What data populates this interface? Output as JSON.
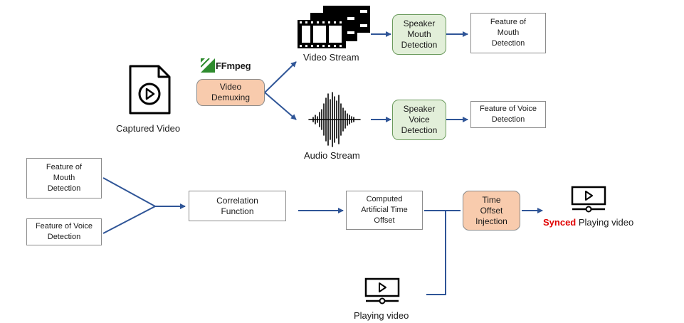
{
  "diagram": {
    "nodes": {
      "captured_video": "Captured Video",
      "ffmpeg_logo": "FFmpeg",
      "video_demuxing": "Video\nDemuxing",
      "video_stream": "Video Stream",
      "audio_stream": "Audio Stream",
      "speaker_mouth_detection": "Speaker\nMouth\nDetection",
      "speaker_voice_detection": "Speaker\nVoice\nDetection",
      "feature_mouth_top": "Feature of\nMouth\nDetection",
      "feature_voice_top": "Feature of Voice\nDetection",
      "feature_mouth_bottom": "Feature of\nMouth\nDetection",
      "feature_voice_bottom": "Feature of Voice\nDetection",
      "correlation_function": "Correlation\nFunction",
      "computed_offset": "Computed\nArtificial Time\nOffset",
      "time_offset_injection": "Time\nOffset\nInjection",
      "synced_word": "Synced",
      "synced_rest": " Playing video",
      "playing_video": "Playing video"
    },
    "colors": {
      "arrow": "#2f5597",
      "green_fill": "#e2efd9",
      "orange_fill": "#f8cbad",
      "synced_red": "#e00000",
      "ffmpeg_green": "#2e8b2e"
    },
    "icons": [
      "file-video-icon",
      "ffmpeg-logo-icon",
      "film-strip-icon",
      "audio-waveform-icon",
      "video-player-icon"
    ]
  }
}
